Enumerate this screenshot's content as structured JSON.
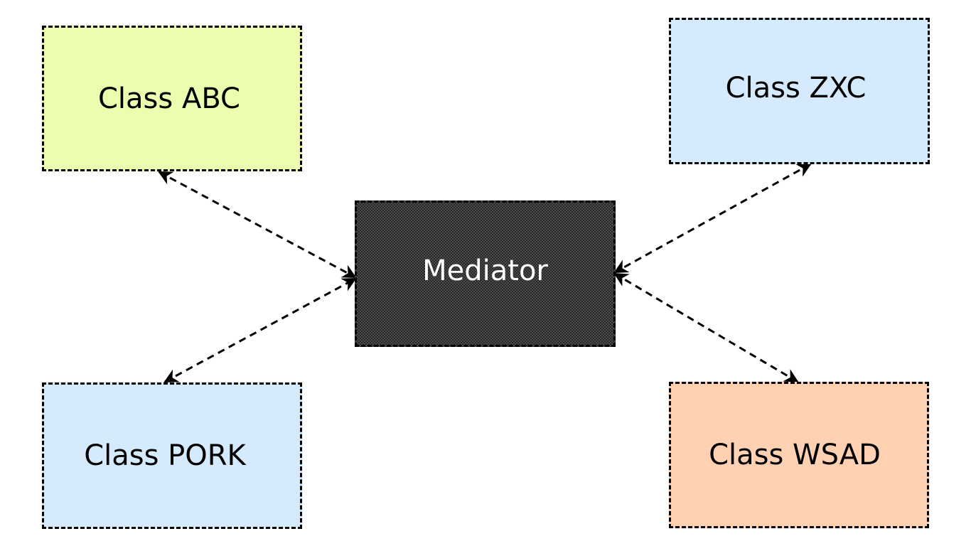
{
  "diagram": {
    "mediator": {
      "label": "Mediator",
      "fill": "#4a4a4a"
    },
    "nodes": {
      "abc": {
        "label": "Class ABC",
        "fill": "#ecfdb0"
      },
      "zxc": {
        "label": "Class ZXC",
        "fill": "#d5eafd"
      },
      "pork": {
        "label": "Class PORK",
        "fill": "#d5eafd"
      },
      "wsad": {
        "label": "Class WSAD",
        "fill": "#fed1b2"
      }
    },
    "connections": [
      {
        "from": "abc",
        "to": "mediator",
        "style": "dashed",
        "arrows": "both"
      },
      {
        "from": "pork",
        "to": "mediator",
        "style": "dashed",
        "arrows": "both"
      },
      {
        "from": "zxc",
        "to": "mediator",
        "style": "dashed",
        "arrows": "both"
      },
      {
        "from": "wsad",
        "to": "mediator",
        "style": "dashed",
        "arrows": "both"
      }
    ]
  }
}
